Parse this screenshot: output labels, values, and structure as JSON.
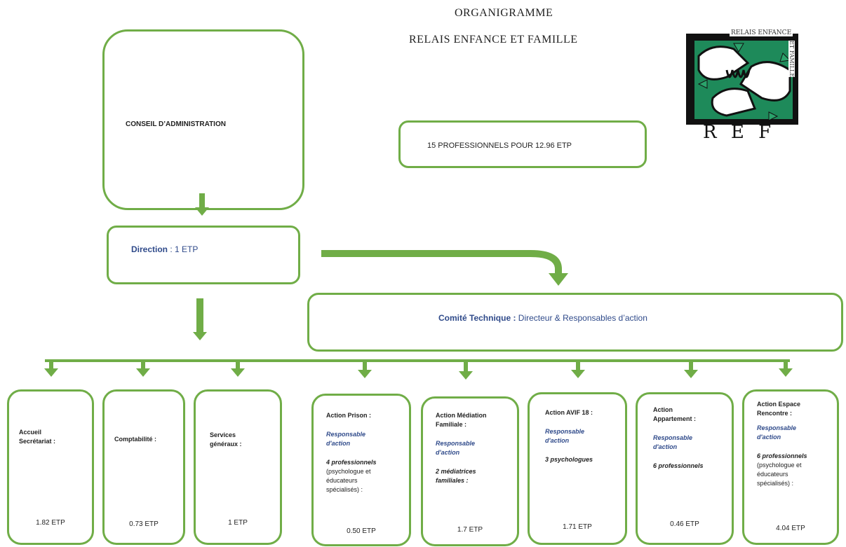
{
  "header": {
    "title": "ORGANIGRAMME",
    "subtitle": "RELAIS ENFANCE ET FAMILLE"
  },
  "logo": {
    "letters": "R E F",
    "caption_top": "RELAIS ENFANCE",
    "caption_side": "ET FAMILLE"
  },
  "colors": {
    "accent": "#70ad47",
    "text_blue": "#2f4a8a"
  },
  "conseil": {
    "label": "CONSEIL D’ADMINISTRATION"
  },
  "summary": {
    "label": "15 PROFESSIONNELS POUR 12.96 ETP"
  },
  "direction": {
    "label_bold": "Direction",
    "label_rest": " : 1 ETP"
  },
  "comite": {
    "label_bold": "Comité Technique :",
    "label_rest": " Directeur & Responsables d’action"
  },
  "services": [
    {
      "title": "Accueil Secrétariat :",
      "etp": "1.82 ETP"
    },
    {
      "title": "Comptabilité :",
      "etp": "0.73 ETP"
    },
    {
      "title": "Services généraux :",
      "etp": "1 ETP"
    }
  ],
  "actions": [
    {
      "title": "Action Prison :",
      "resp": "Responsable d'action",
      "staff_bold": "4 professionnels",
      "staff_rest": "(psychologue et éducateurs spécialisés) :",
      "etp": "0.50 ETP"
    },
    {
      "title": "Action Médiation Familiale :",
      "resp": "Responsable d'action",
      "staff_bold": "2 médiatrices familiales :",
      "staff_rest": "",
      "etp": "1.7 ETP"
    },
    {
      "title": "Action AVIF 18 :",
      "resp": "Responsable d'action",
      "staff_bold": "3 psychologues",
      "staff_rest": "",
      "etp": "1.71 ETP"
    },
    {
      "title": "Action Appartement :",
      "resp": "Responsable d'action",
      "staff_bold": "6 professionnels",
      "staff_rest": "",
      "etp": "0.46 ETP"
    },
    {
      "title": "Action Espace Rencontre :",
      "resp": "Responsable d'action",
      "staff_bold": "6 professionnels",
      "staff_rest": "(psychologue et éducateurs spécialisés) :",
      "etp": "4.04 ETP"
    }
  ]
}
